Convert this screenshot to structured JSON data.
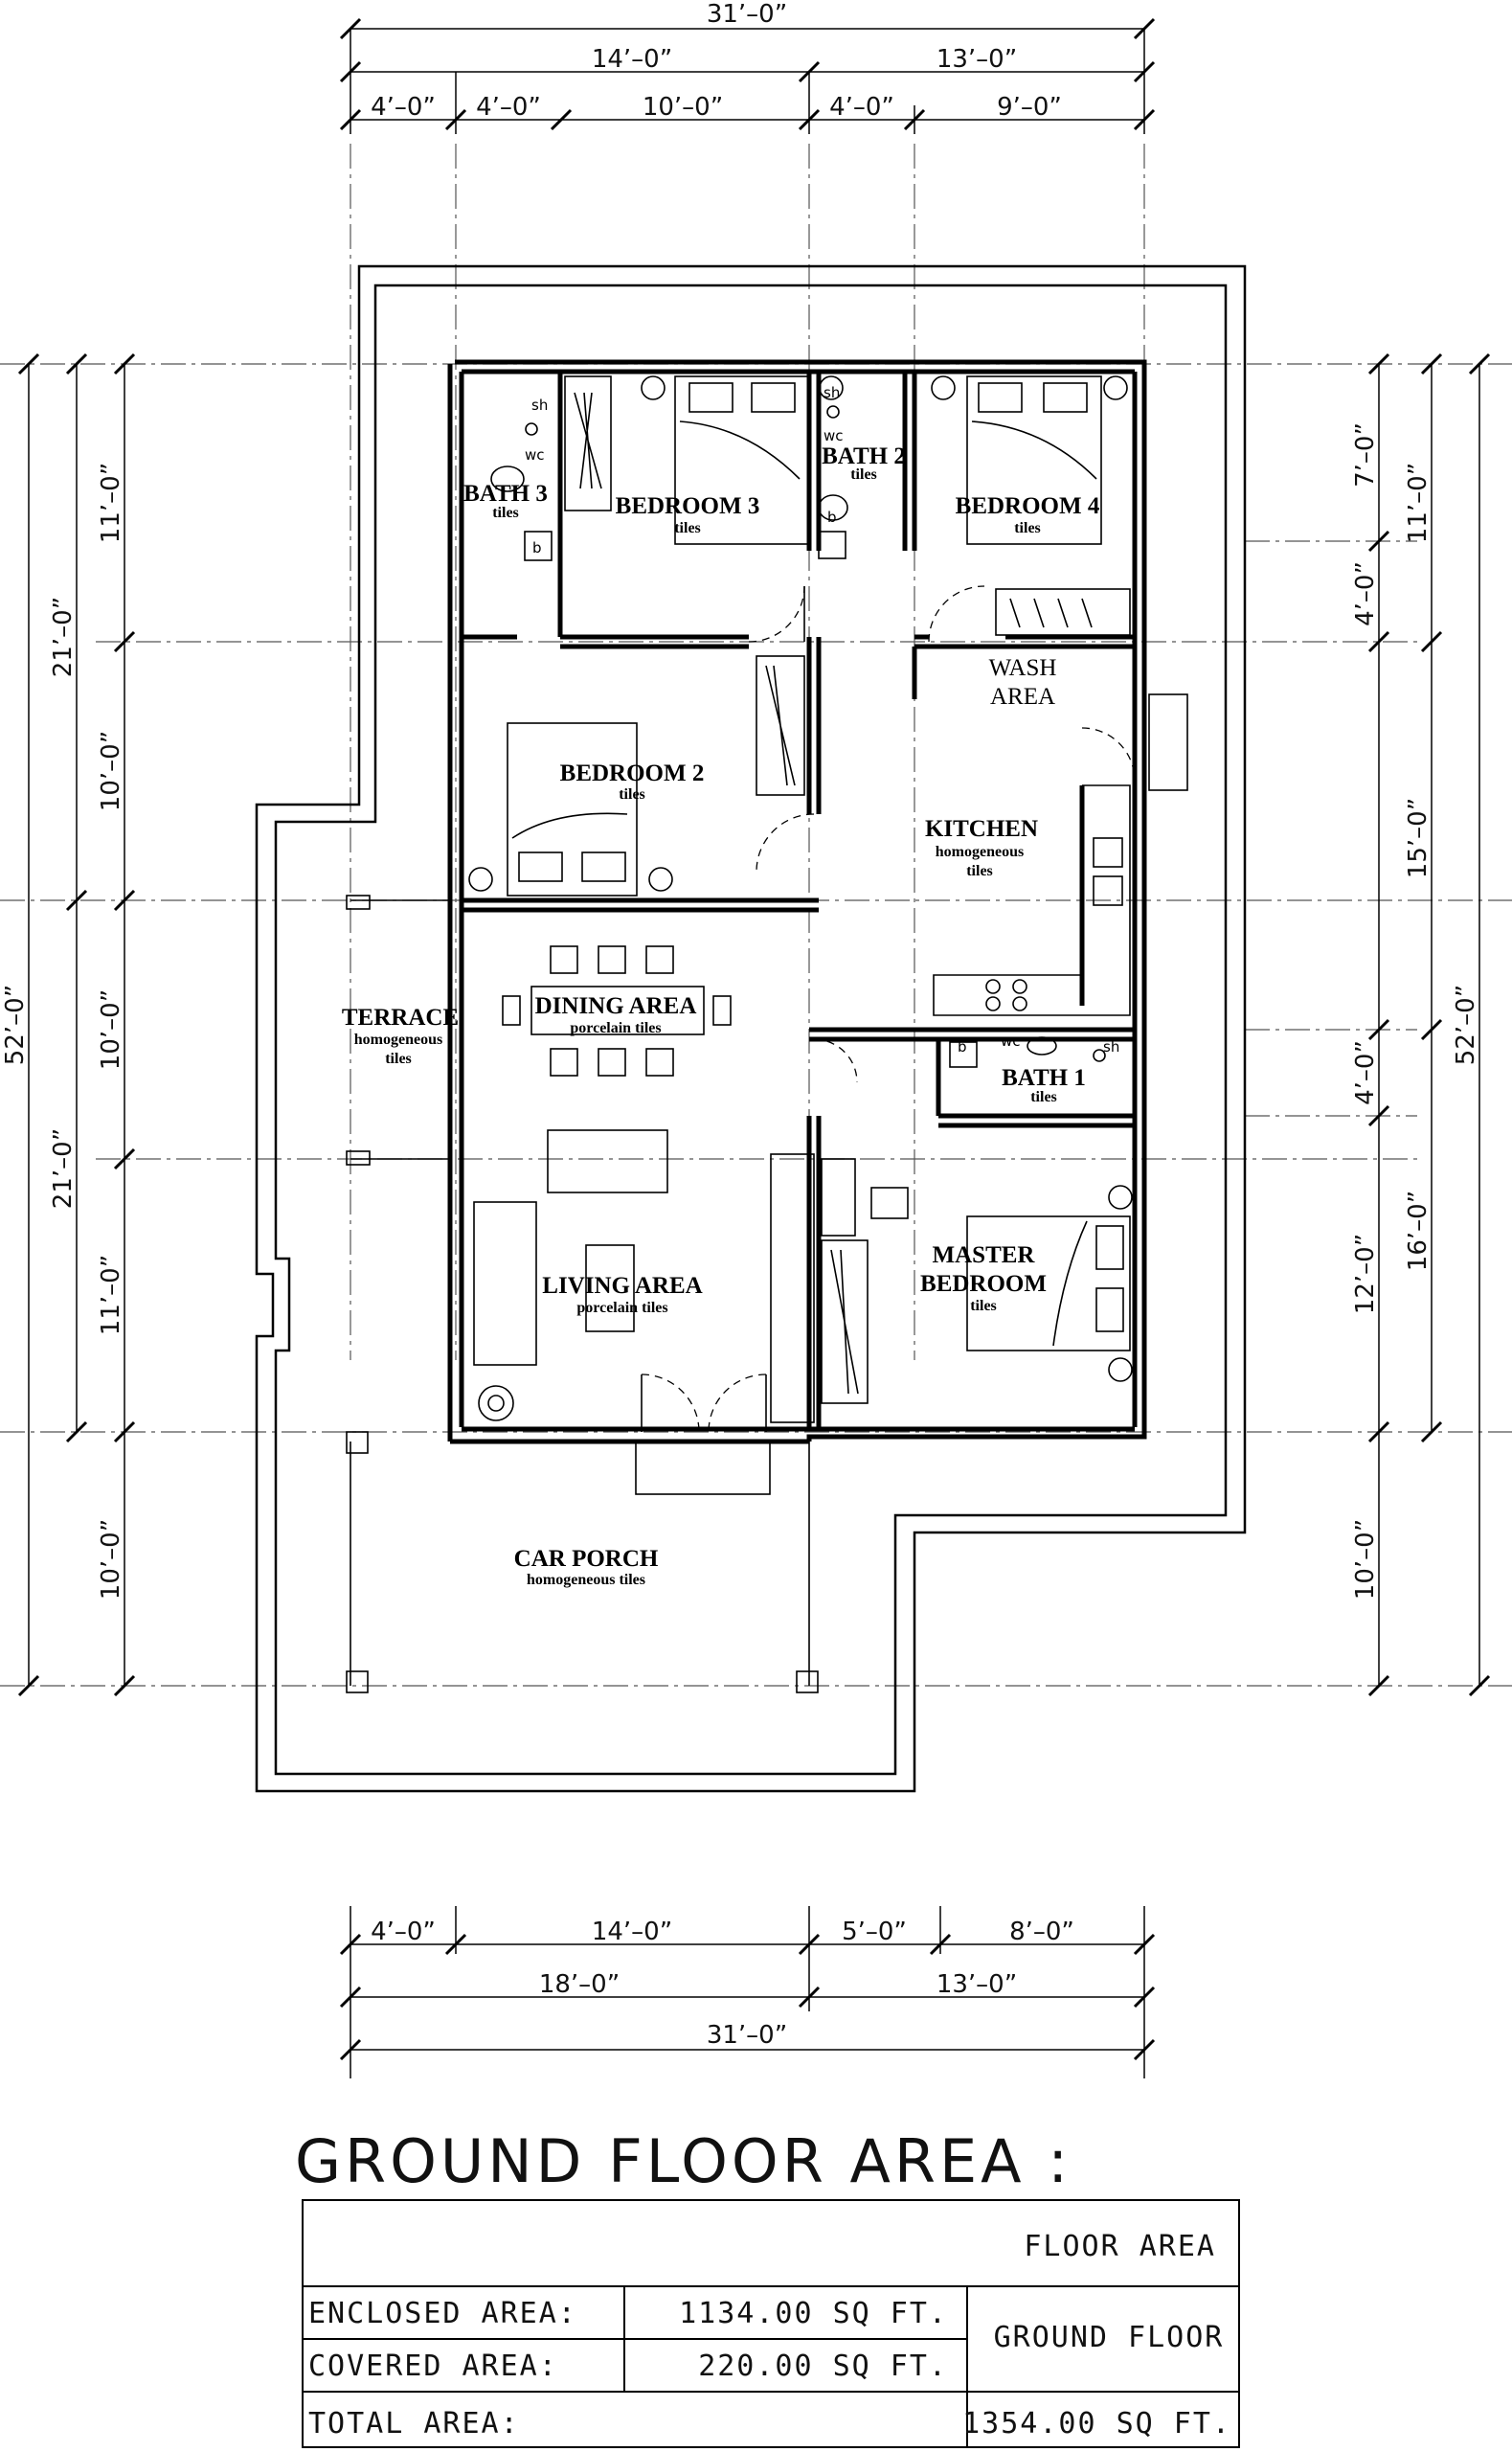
{
  "top_dimensions": {
    "overall": "31’–0”",
    "left_group": "14’–0”",
    "right_group": "13’–0”",
    "segments": [
      "4’–0”",
      "4’–0”",
      "10’–0”",
      "4’–0”",
      "9’–0”"
    ]
  },
  "bottom_dimensions": {
    "segments": [
      "4’–0”",
      "14’–0”",
      "5’–0”",
      "8’–0”"
    ],
    "left_group": "18’–0”",
    "right_group": "13’–0”",
    "overall": "31’–0”"
  },
  "left_dimensions": {
    "overall": "52’–0”",
    "groups": [
      "21’–0”",
      "21’–0”"
    ],
    "segments": [
      "11’–0”",
      "10’–0”",
      "10’–0”",
      "11’–0”",
      "10’–0”"
    ]
  },
  "right_dimensions": {
    "overall": "52’–0”",
    "groups": [
      "11’–0”",
      "15’–0”",
      "16’–0”"
    ],
    "segments": [
      "7’–0”",
      "4’–0”",
      "4’–0”",
      "12’–0”",
      "10’–0”"
    ]
  },
  "rooms": {
    "bath3": {
      "name": "BATH 3",
      "finish": "tiles"
    },
    "bedroom3": {
      "name": "BEDROOM 3",
      "finish": "tiles"
    },
    "bath2": {
      "name": "BATH 2",
      "finish": "tiles"
    },
    "bedroom4": {
      "name": "BEDROOM 4",
      "finish": "tiles"
    },
    "wash_area": {
      "line1": "WASH",
      "line2": "AREA"
    },
    "bedroom2": {
      "name": "BEDROOM 2",
      "finish": "tiles"
    },
    "kitchen": {
      "name": "KITCHEN",
      "finish1": "homogeneous",
      "finish2": "tiles"
    },
    "terrace": {
      "name": "TERRACE",
      "finish1": "homogeneous",
      "finish2": "tiles"
    },
    "dining": {
      "name": "DINING AREA",
      "finish": "porcelain tiles"
    },
    "bath1": {
      "name": "BATH 1",
      "finish": "tiles"
    },
    "master": {
      "line1": "MASTER",
      "line2": "BEDROOM",
      "finish": "tiles"
    },
    "living": {
      "name": "LIVING AREA",
      "finish": "porcelain tiles"
    },
    "car_porch": {
      "name": "CAR PORCH",
      "finish": "homogeneous tiles"
    }
  },
  "fixtures": {
    "shower": "sh",
    "wc": "wc",
    "basin": "b"
  },
  "area_table": {
    "title": "GROUND FLOOR AREA :",
    "header": "FLOOR AREA",
    "rows": [
      {
        "label": "ENCLOSED AREA:",
        "value": "1134.00 SQ FT."
      },
      {
        "label": "COVERED AREA:",
        "value": "220.00 SQ FT."
      }
    ],
    "floor_name": "GROUND FLOOR",
    "total_label": "TOTAL AREA:",
    "total_value": "1354.00 SQ FT."
  }
}
